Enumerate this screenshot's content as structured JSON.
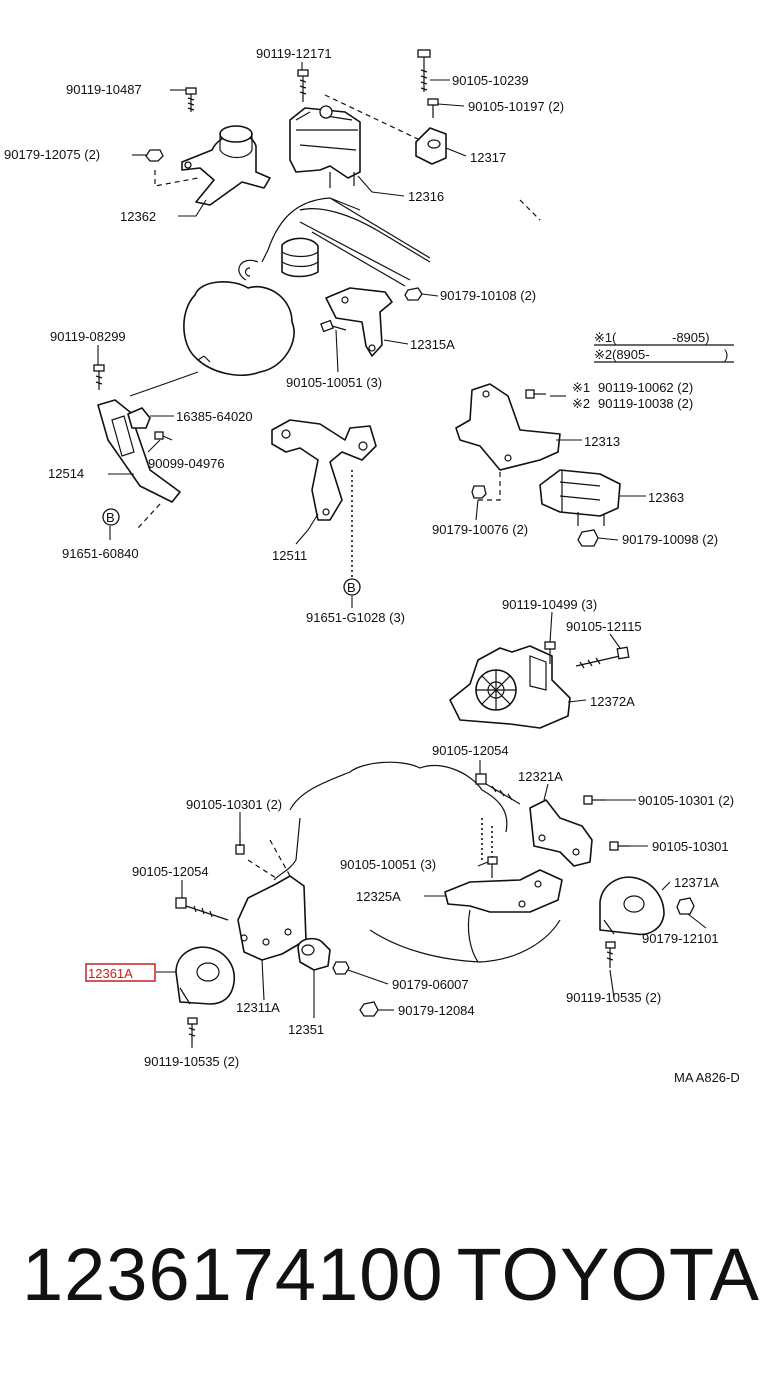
{
  "diagram": {
    "code": "MA A826-D",
    "legend": {
      "mark1": "※1",
      "range1_open": "(",
      "range1_end": "-8905)",
      "mark2": "※2",
      "range2_start": "(8905-",
      "range2_close": ")"
    },
    "labels": {
      "l_90119_12171": "90119-12171",
      "l_90105_10239": "90105-10239",
      "l_90119_10487": "90119-10487",
      "l_90105_10197": "90105-10197 (2)",
      "l_90179_12075": "90179-12075 (2)",
      "l_12317": "12317",
      "l_12316": "12316",
      "l_12362": "12362",
      "l_90179_10108": "90179-10108 (2)",
      "l_90119_08299": "90119-08299",
      "l_12315A": "12315A",
      "l_90105_10051_3": "90105-10051 (3)",
      "l_16385_64020": "16385-64020",
      "l_90099_04976": "90099-04976",
      "l_12514": "12514",
      "l_90119_10062": "90119-10062 (2)",
      "l_90119_10038": "90119-10038 (2)",
      "l_12313": "12313",
      "l_12363": "12363",
      "l_90179_10076": "90179-10076 (2)",
      "l_90179_10098": "90179-10098 (2)",
      "l_91651_60840": "91651-60840",
      "l_12511": "12511",
      "l_91651_G1028": "91651-G1028 (3)",
      "l_90119_10499": "90119-10499 (3)",
      "l_90105_12115": "90105-12115",
      "l_12372A": "12372A",
      "l_90105_12054_top": "90105-12054",
      "l_12321A": "12321A",
      "l_90105_10301_2_left": "90105-10301 (2)",
      "l_90105_10301_2_right": "90105-10301 (2)",
      "l_90105_10301": "90105-10301",
      "l_90105_10051_3_mid": "90105-10051 (3)",
      "l_12371A": "12371A",
      "l_90105_12054_left": "90105-12054",
      "l_12325A": "12325A",
      "l_90179_12101": "90179-12101",
      "l_12361A": "12361A",
      "l_90179_06007": "90179-06007",
      "l_90119_10535_right": "90119-10535 (2)",
      "l_12311A": "12311A",
      "l_90179_12084": "90179-12084",
      "l_12351": "12351",
      "l_90119_10535_left": "90119-10535 (2)",
      "bolt_b1": "B",
      "bolt_b2": "B"
    },
    "mark_labels": {
      "m1": "※1",
      "m2": "※2"
    },
    "highlight_color": "#cc1e1e"
  },
  "footer": {
    "part_number": "1236174100",
    "brand": "TOYOTA"
  }
}
